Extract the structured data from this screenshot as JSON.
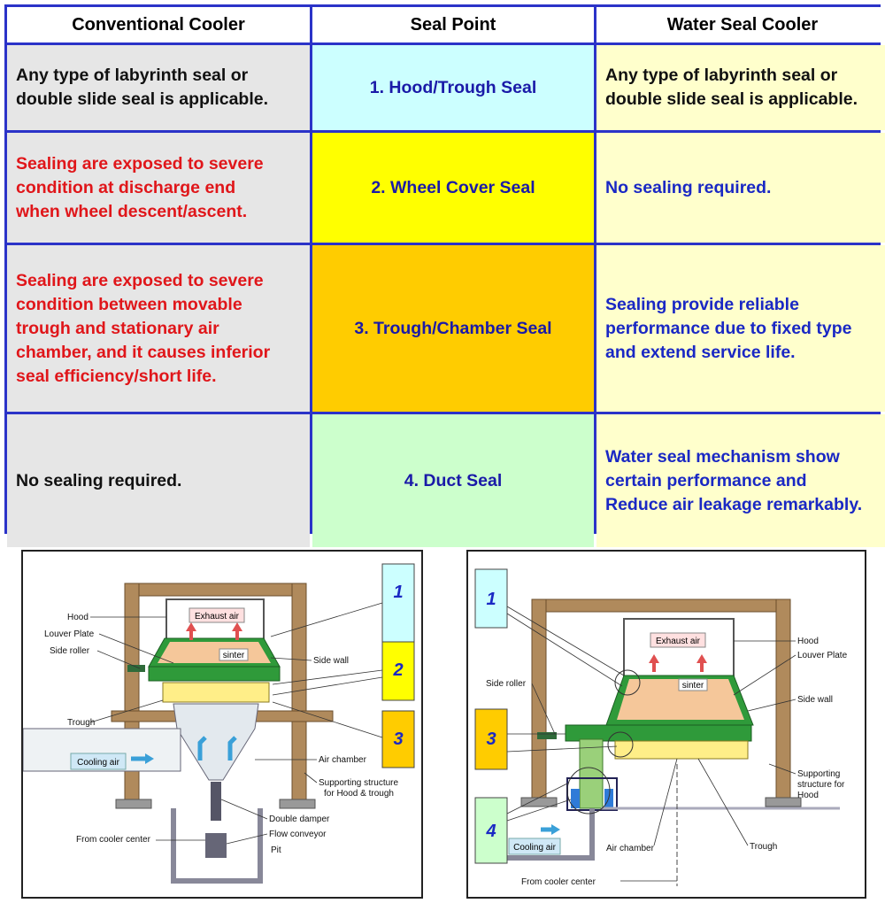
{
  "table": {
    "headers": [
      "Conventional Cooler",
      "Seal Point",
      "Water Seal Cooler"
    ],
    "rows": [
      {
        "conventional": "Any type of labyrinth seal or\ndouble slide seal is applicable.",
        "seal_point": "1. Hood/Trough Seal",
        "water_seal": "Any type of labyrinth seal or\ndouble slide seal is applicable.",
        "seal_bg": "#ccffff"
      },
      {
        "conventional": "Sealing are exposed to severe\ncondition at discharge end\nwhen wheel descent/ascent.",
        "seal_point": "2. Wheel Cover Seal",
        "water_seal": "No sealing required.",
        "seal_bg": "#ffff00"
      },
      {
        "conventional": "Sealing are exposed to severe\ncondition between movable\ntrough and stationary air\nchamber, and it causes inferior\nseal efficiency/short life.",
        "seal_point": "3. Trough/Chamber Seal",
        "water_seal": "Sealing provide reliable\nperformance due to fixed type\nand extend service life.",
        "seal_bg": "#ffcc00"
      },
      {
        "conventional": "No sealing required.",
        "seal_point": "4. Duct Seal",
        "water_seal": "Water seal mechanism show\ncertain performance and\nReduce air leakage remarkably.",
        "seal_bg": "#ccffcc"
      }
    ]
  },
  "left_diagram": {
    "callouts": [
      "1",
      "2",
      "3"
    ],
    "labels": {
      "hood": "Hood",
      "louver": "Louver Plate",
      "side_roller": "Side roller",
      "trough": "Trough",
      "cooling_air": "Cooling air",
      "exhaust_air": "Exhaust air",
      "sinter": "sinter",
      "side_wall": "Side wall",
      "air_chamber": "Air chamber",
      "support1": "Supporting structure",
      "support2": "for Hood & trough",
      "double_damper": "Double damper",
      "flow_conveyor": "Flow conveyor",
      "from_center": "From cooler center",
      "pit": "Pit"
    }
  },
  "right_diagram": {
    "callouts": [
      "1",
      "3",
      "4"
    ],
    "labels": {
      "exhaust_air": "Exhaust air",
      "hood": "Hood",
      "louver": "Louver Plate",
      "side_roller": "Side roller",
      "sinter": "sinter",
      "side_wall": "Side wall",
      "support1": "Supporting",
      "support2": "structure for",
      "support3": "Hood",
      "cooling_air": "Cooling air",
      "air_chamber": "Air chamber",
      "trough": "Trough",
      "from_center": "From cooler center"
    }
  },
  "colors": {
    "callout_cyan": "#ccffff",
    "callout_yellow": "#ffff00",
    "callout_orange": "#ffcc00",
    "callout_green": "#ccffcc",
    "steel_brown": "#b08a5c",
    "hood_green": "#2f9a3a",
    "sinter_fill": "#f5c79a",
    "trough_yellow": "#ffee88"
  }
}
